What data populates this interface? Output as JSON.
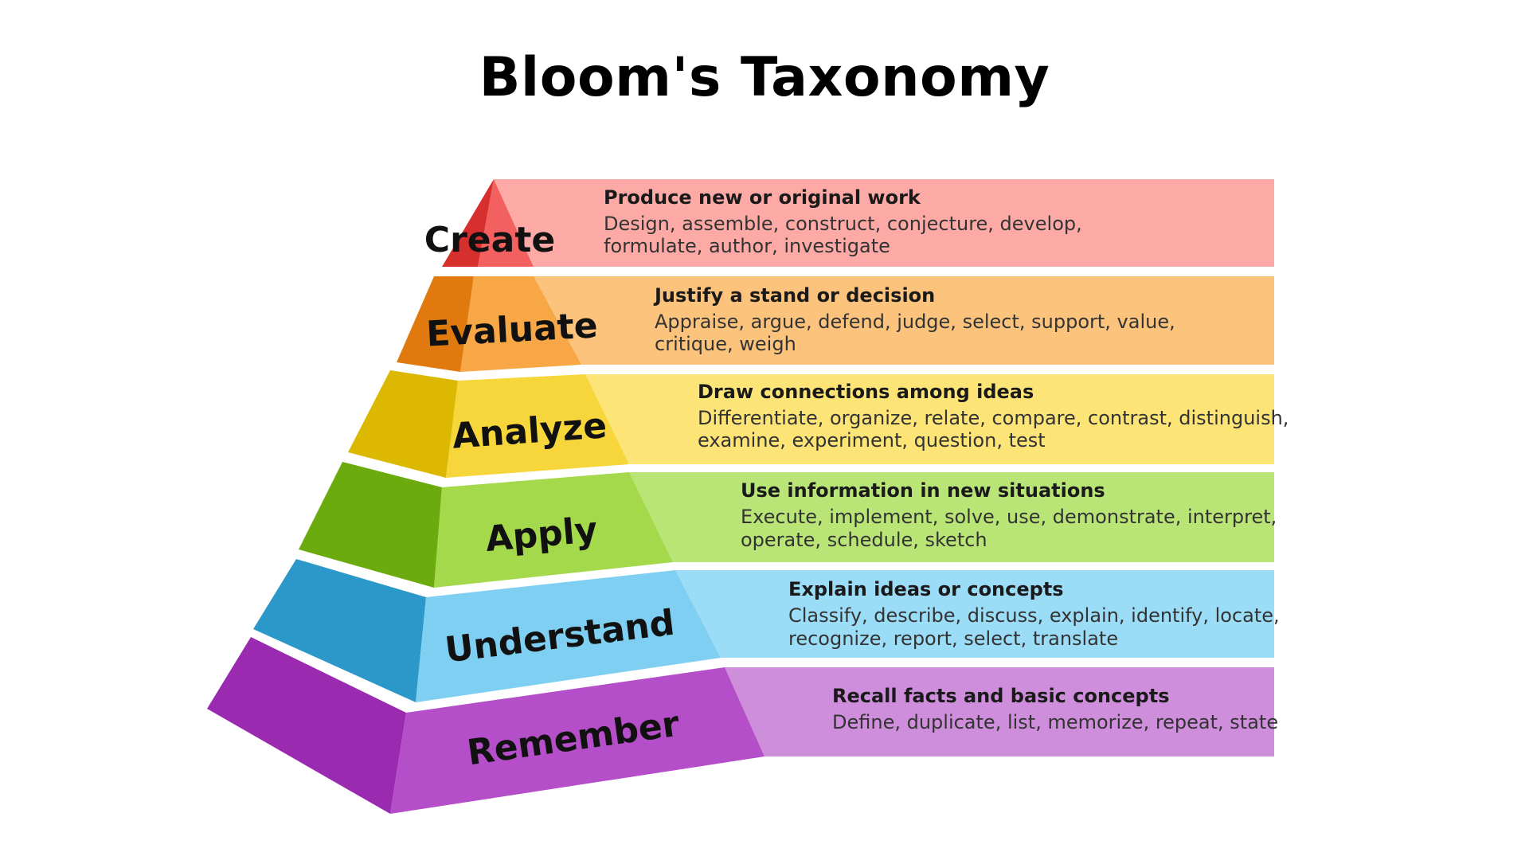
{
  "title": "Bloom's Taxonomy",
  "levels": [
    {
      "name": "Create",
      "heading": "Produce new or original work",
      "line1": "Design, assemble, construct, conjecture, develop,",
      "line2": "formulate, author, investigate",
      "colors": {
        "band": "#fdaaa6",
        "front": "#f36060",
        "side": "#d72e2e"
      }
    },
    {
      "name": "Evaluate",
      "heading": "Justify a stand or decision",
      "line1": "Appraise, argue, defend, judge, select, support,  value,",
      "line2": "critique,  weigh",
      "colors": {
        "band": "#fcc37d",
        "front": "#f8a747",
        "side": "#e07a0e"
      }
    },
    {
      "name": "Analyze",
      "heading": "Draw connections among ideas",
      "line1": "Differentiate, organize, relate, compare, contrast, distinguish,",
      "line2": "examine, experiment, question, test",
      "colors": {
        "band": "#fde476",
        "front": "#f6d63a",
        "side": "#ddb800"
      }
    },
    {
      "name": "Apply",
      "heading": "Use information in new situations",
      "line1": "Execute, implement, solve, use, demonstrate, interpret,",
      "line2": "operate, schedule, sketch",
      "colors": {
        "band": "#b9e476",
        "front": "#a3d94a",
        "side": "#6cab0d"
      }
    },
    {
      "name": "Understand",
      "heading": "Explain ideas or concepts",
      "line1": "Classify, describe, discuss, explain, identify, locate,",
      "line2": "recognize, report, select, translate",
      "colors": {
        "band": "#9bdcf7",
        "front": "#7fcff2",
        "side": "#2b98c9"
      }
    },
    {
      "name": "Remember",
      "heading": "Recall facts and basic concepts",
      "line1": "Define, duplicate, list, memorize, repeat, state",
      "line2": "",
      "colors": {
        "band": "#cf8edb",
        "front": "#b44ec9",
        "side": "#9a2ab0"
      }
    }
  ]
}
